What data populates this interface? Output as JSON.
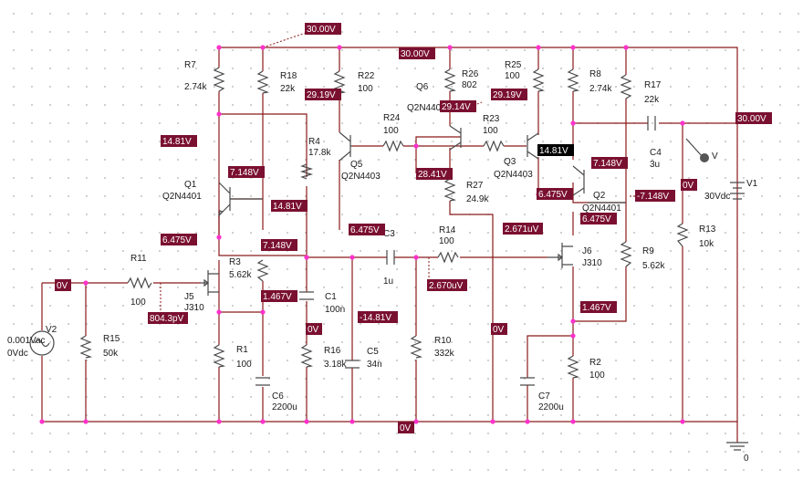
{
  "colors": {
    "wire": "#8b1a1a",
    "component": "#4a4a4a",
    "junction": "#ff33cc",
    "label_bg": "#7a1030",
    "label_text": "#ffffff",
    "highlight_bg": "#000000"
  },
  "parts": [
    {
      "id": "R7",
      "ref": "R7",
      "value": "2.74k"
    },
    {
      "id": "R18",
      "ref": "R18",
      "value": "22k"
    },
    {
      "id": "R22",
      "ref": "R22",
      "value": "100"
    },
    {
      "id": "R26",
      "ref": "R26",
      "value": "802"
    },
    {
      "id": "R25",
      "ref": "R25",
      "value": "100"
    },
    {
      "id": "R8",
      "ref": "R8",
      "value": "2.74k"
    },
    {
      "id": "R17",
      "ref": "R17",
      "value": "22k"
    },
    {
      "id": "R24",
      "ref": "R24",
      "value": "100"
    },
    {
      "id": "R23",
      "ref": "R23",
      "value": "100"
    },
    {
      "id": "R4",
      "ref": "R4",
      "value": "17.8k"
    },
    {
      "id": "R27",
      "ref": "R27",
      "value": "24.9k"
    },
    {
      "id": "R11",
      "ref": "R11",
      "value": "100"
    },
    {
      "id": "R3",
      "ref": "R3",
      "value": "5.62k"
    },
    {
      "id": "R14",
      "ref": "R14",
      "value": "100"
    },
    {
      "id": "R15",
      "ref": "R15",
      "value": "50k"
    },
    {
      "id": "R1",
      "ref": "R1",
      "value": "100"
    },
    {
      "id": "R16",
      "ref": "R16",
      "value": "3.18k"
    },
    {
      "id": "R10",
      "ref": "R10",
      "value": "332k"
    },
    {
      "id": "R2",
      "ref": "R2",
      "value": "100"
    },
    {
      "id": "R9",
      "ref": "R9",
      "value": "5.62k"
    },
    {
      "id": "R13",
      "ref": "R13",
      "value": "10k"
    },
    {
      "id": "C1",
      "ref": "C1",
      "value": "100n"
    },
    {
      "id": "C3",
      "ref": "C3",
      "value": "1u"
    },
    {
      "id": "C5",
      "ref": "C5",
      "value": "34n"
    },
    {
      "id": "C6",
      "ref": "C6",
      "value": "2200u"
    },
    {
      "id": "C7",
      "ref": "C7",
      "value": "2200u"
    },
    {
      "id": "C4",
      "ref": "C4",
      "value": "3u"
    },
    {
      "id": "Q1",
      "ref": "Q1",
      "value": "Q2N4401"
    },
    {
      "id": "Q2",
      "ref": "Q2",
      "value": "Q2N4401"
    },
    {
      "id": "Q3",
      "ref": "Q3",
      "value": "Q2N4403"
    },
    {
      "id": "Q5",
      "ref": "Q5",
      "value": "Q2N4403"
    },
    {
      "id": "Q6",
      "ref": "Q6",
      "value": "Q2N4403"
    },
    {
      "id": "J5",
      "ref": "J5",
      "value": "J310"
    },
    {
      "id": "J6",
      "ref": "J6",
      "value": "J310"
    },
    {
      "id": "V1",
      "ref": "V1",
      "value": "30Vdc"
    },
    {
      "id": "V2",
      "ref": "V2",
      "value": "0.001Vac",
      "value2": "0Vdc"
    }
  ],
  "ground_label": "0",
  "probe_label": "V",
  "voltages": [
    {
      "id": "v1",
      "text": "30.00V"
    },
    {
      "id": "v2",
      "text": "30.00V"
    },
    {
      "id": "v3",
      "text": "30.00V"
    },
    {
      "id": "v4",
      "text": "29.19V"
    },
    {
      "id": "v5",
      "text": "29.14V"
    },
    {
      "id": "v6",
      "text": "29.19V"
    },
    {
      "id": "v7",
      "text": "14.81V"
    },
    {
      "id": "v8",
      "text": "28.41V"
    },
    {
      "id": "v9",
      "text": "14.81V"
    },
    {
      "id": "v10",
      "text": "7.148V"
    },
    {
      "id": "v11",
      "text": "14.81V"
    },
    {
      "id": "v12",
      "text": "7.148V"
    },
    {
      "id": "v13",
      "text": "6.475V"
    },
    {
      "id": "v14",
      "text": "0V"
    },
    {
      "id": "v15",
      "text": "-7.148V"
    },
    {
      "id": "v16",
      "text": "6.475V"
    },
    {
      "id": "v17",
      "text": "6.475V"
    },
    {
      "id": "v18",
      "text": "6.475V"
    },
    {
      "id": "v19",
      "text": "7.148V"
    },
    {
      "id": "v20",
      "text": "2.671uV"
    },
    {
      "id": "v21",
      "text": "0V"
    },
    {
      "id": "v22",
      "text": "1.467V"
    },
    {
      "id": "v23",
      "text": "2.670uV"
    },
    {
      "id": "v24",
      "text": "804.3pV"
    },
    {
      "id": "v25",
      "text": "-14.81V"
    },
    {
      "id": "v26",
      "text": "0V"
    },
    {
      "id": "v27",
      "text": "0V"
    },
    {
      "id": "v28",
      "text": "1.467V"
    },
    {
      "id": "v29",
      "text": "0V"
    }
  ]
}
